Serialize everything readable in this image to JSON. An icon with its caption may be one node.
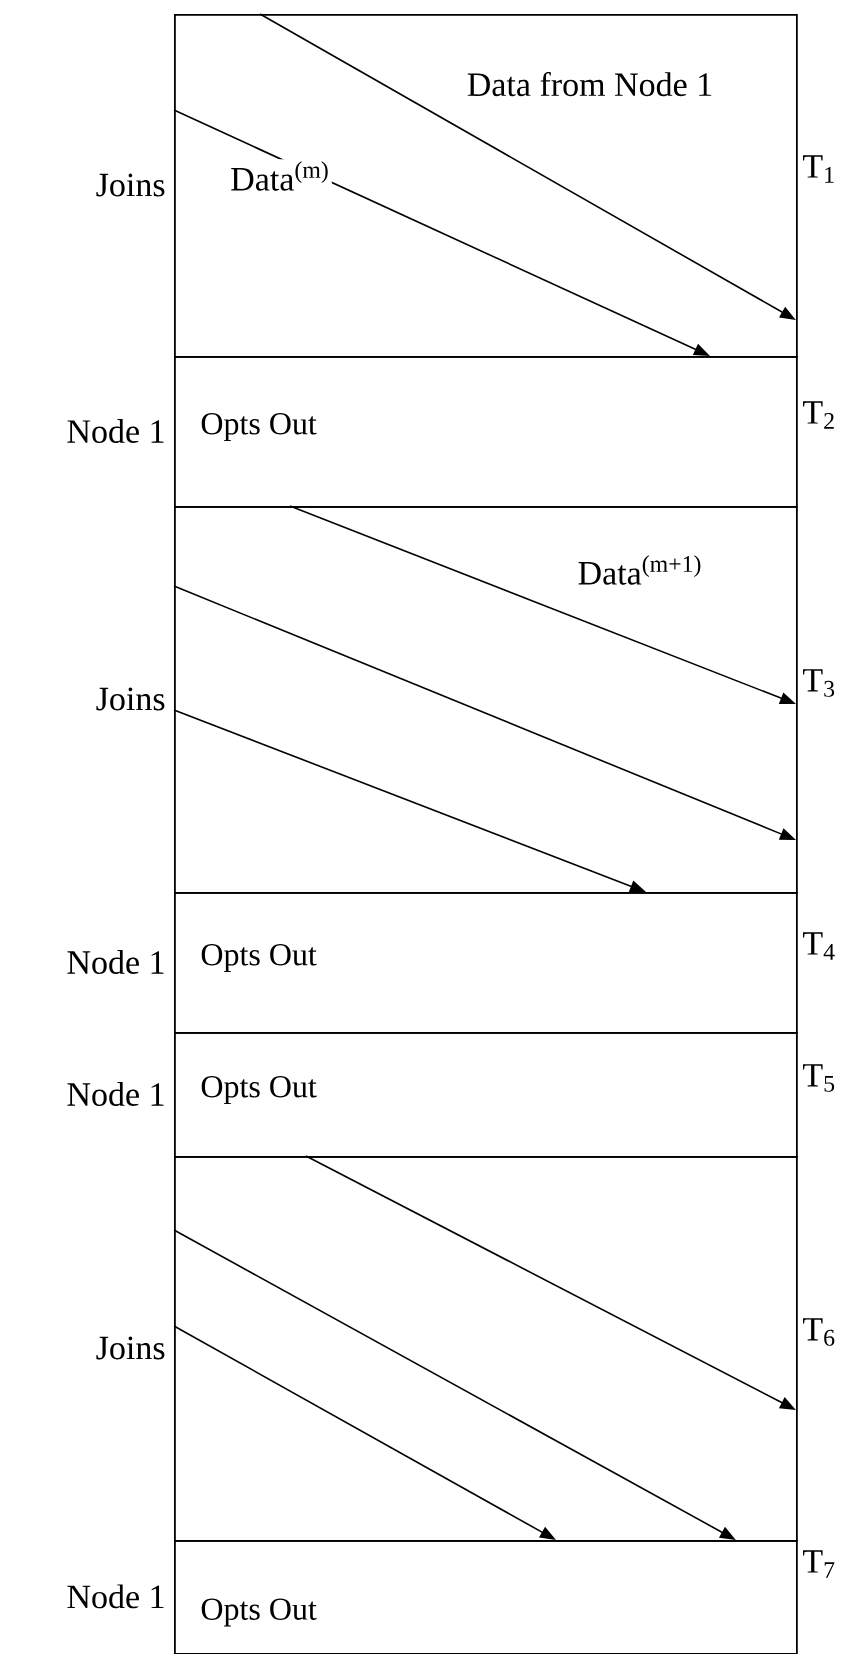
{
  "diagram": {
    "nodes": [
      {
        "text": [
          "Joins"
        ],
        "beside": [
          "T$_{1}$"
        ]
      },
      {
        "text": [
          "Node 1",
          "Opts Out"
        ],
        "beside": [
          "T$_{2}$"
        ]
      },
      {
        "text": [
          "Joins"
        ],
        "beside": [
          "T$_{3}$"
        ]
      },
      {
        "text": [
          "Node 1",
          "Opts Out"
        ],
        "beside": [
          "T$_{4}$"
        ]
      },
      {
        "text": [
          "Node 1",
          "Opts Out"
        ],
        "beside": [
          "T$_{5}$"
        ]
      },
      {
        "text": [
          "Joins"
        ],
        "beside": [
          "T$_{6}$"
        ]
      },
      {
        "text": [
          "Node 1",
          "Opts Out"
        ],
        "beside": [
          "T$_{7}$"
        ]
      }
    ],
    "edges": [
      {
        "from": 0,
        "to": 0,
        "arrow": "to",
        "label": "Data from Node 1"
      },
      {
        "from": 0,
        "to": 1,
        "arrow": "to",
        "label": "Data$^{(m)}$"
      },
      {
        "from": 1,
        "to": 2,
        "arrow": "to",
        "label": "Data$^{(m+1)}$"
      },
      {
        "from": 2,
        "to": 2,
        "arrow": "to"
      },
      {
        "from": 2,
        "to": 3,
        "arrow": "to"
      },
      {
        "from": 4,
        "to": 5,
        "arrow": "to"
      },
      {
        "from": 5,
        "to": 6,
        "arrow": "to"
      },
      {
        "from": 5,
        "to": 6,
        "arrow": "to"
      }
    ]
  }
}
